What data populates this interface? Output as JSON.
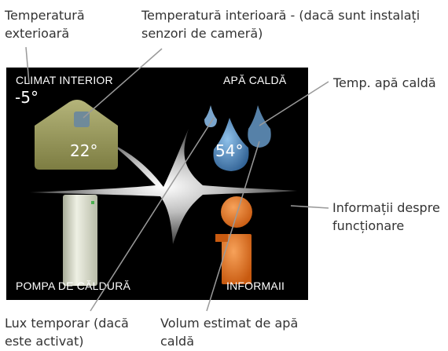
{
  "callouts": {
    "outdoor_temp": [
      "Temperatură",
      "exterioară"
    ],
    "indoor_temp": [
      "Temperatură interioară - (dacă sunt instalați",
      "senzori de cameră)"
    ],
    "hot_water_temp": [
      "Temp. apă caldă"
    ],
    "operating_info": [
      "Informații despre",
      "funcționare"
    ],
    "temporary_lux": [
      "Lux temporar (dacă",
      "este activat)"
    ],
    "estimated_volume": [
      "Volum estimat de apă",
      "caldă"
    ]
  },
  "screen": {
    "indoor_climate_label": "CLIMAT INTERIOR",
    "hot_water_label": "APĂ CALDĂ",
    "heat_pump_label": "POMPA DE CĂLDURĂ",
    "info_label": "INFORMAII",
    "outdoor_temp_value": "-5°",
    "indoor_temp_value": "22°",
    "hot_water_value": "54°"
  },
  "colors": {
    "screen_bg": "#000000",
    "house": "#9a9a58",
    "water_drop": "#4f86bd",
    "heat_pump": "#d8dcc8",
    "info_icon": "#e86e18",
    "pointer_line": "#9a9a9a"
  },
  "icons": {
    "indoor_climate": "house-icon",
    "hot_water": "water-drop-icon",
    "heat_pump": "heat-pump-icon",
    "info": "info-icon",
    "selector": "star-selector-icon"
  }
}
